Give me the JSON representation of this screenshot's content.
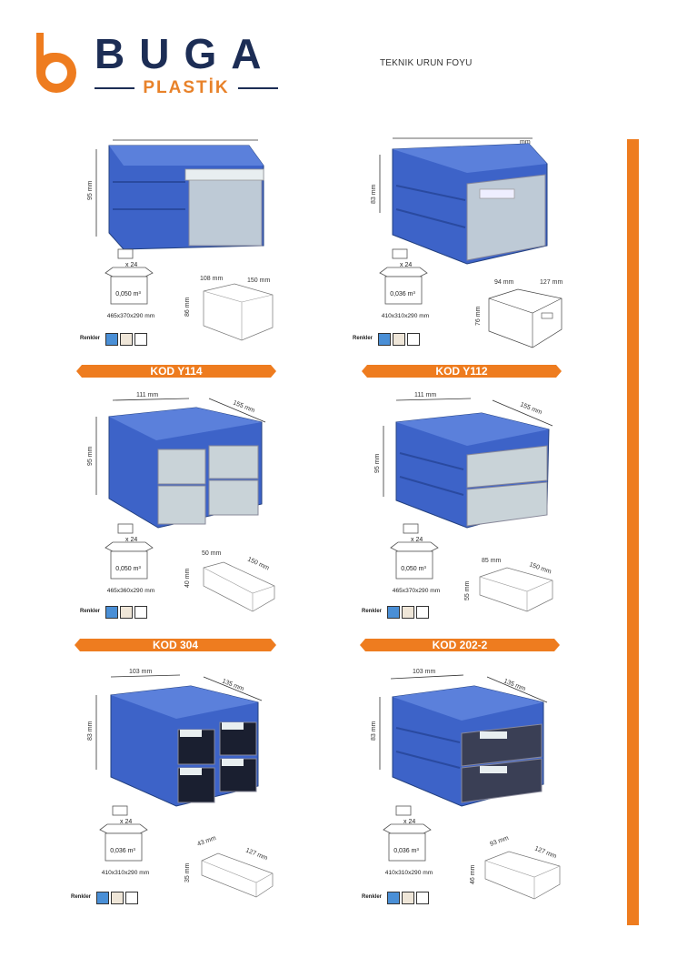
{
  "header": {
    "brand": "BUGA",
    "sub_brand": "PLASTİK",
    "doc_title": "TEKNIK URUN FOYU"
  },
  "colors": {
    "accent": "#ee7c1f",
    "navy": "#1c2d55",
    "box_blue": "#3d63c8",
    "swatch_blue": "#4a8fd6",
    "swatch_beige": "#efe6d8",
    "swatch_white": "#ffffff"
  },
  "products": [
    {
      "dims": {
        "height": "95 mm",
        "drawer_w": "108 mm",
        "drawer_d": "150 mm",
        "drawer_h": "86 mm"
      },
      "pack": {
        "count": "x 24",
        "volume": "0,050 m³",
        "size": "465x370x290 mm"
      },
      "colors_label": "Renkler",
      "code": "KOD Y114"
    },
    {
      "dims": {
        "height": "83 mm",
        "top": "mm",
        "drawer_w": "94 mm",
        "drawer_d": "127 mm",
        "drawer_h": "76 mm"
      },
      "pack": {
        "count": "x 24",
        "volume": "0,036 m³",
        "size": "410x310x290 mm"
      },
      "colors_label": "Renkler",
      "code": "KOD Y112"
    },
    {
      "dims": {
        "width": "111 mm",
        "depth": "155 mm",
        "height": "95 mm",
        "drawer_w": "50 mm",
        "drawer_d": "150 mm",
        "drawer_h": "40 mm"
      },
      "pack": {
        "count": "x 24",
        "volume": "0,050 m³",
        "size": "465x360x290 mm"
      },
      "colors_label": "Renkler",
      "code": "KOD 304"
    },
    {
      "dims": {
        "width": "111 mm",
        "depth": "155 mm",
        "height": "95 mm",
        "drawer_w": "85 mm",
        "drawer_d": "150 mm",
        "drawer_h": "55 mm"
      },
      "pack": {
        "count": "x 24",
        "volume": "0,050 m³",
        "size": "465x370x290 mm"
      },
      "colors_label": "Renkler",
      "code": "KOD 202-2"
    },
    {
      "dims": {
        "width": "103 mm",
        "depth": "135 mm",
        "height": "83 mm",
        "drawer_w": "43 mm",
        "drawer_d": "127 mm",
        "drawer_h": "35 mm"
      },
      "pack": {
        "count": "x 24",
        "volume": "0,036 m³",
        "size": "410x310x290 mm"
      },
      "colors_label": "Renkler"
    },
    {
      "dims": {
        "width": "103 mm",
        "depth": "135 mm",
        "height": "83 mm",
        "drawer_w": "93 mm",
        "drawer_d": "127 mm",
        "drawer_h": "46 mm"
      },
      "pack": {
        "count": "x 24",
        "volume": "0,036 m³",
        "size": "410x310x290 mm"
      },
      "colors_label": "Renkler"
    }
  ]
}
